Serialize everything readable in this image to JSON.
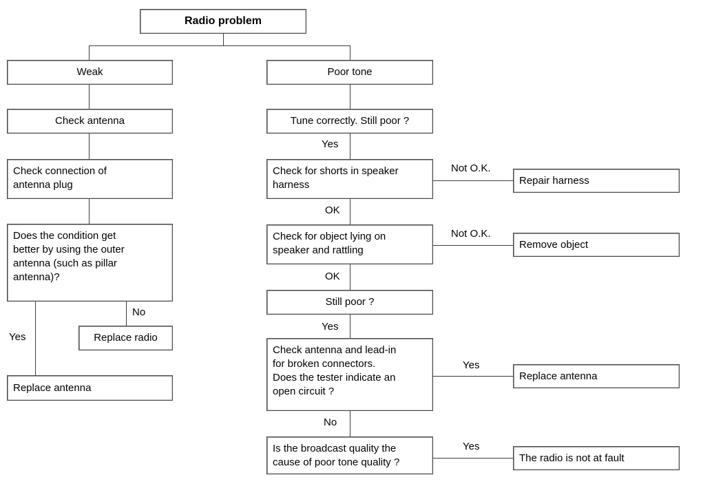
{
  "diagram": {
    "title": "Radio problem",
    "type": "troubleshooting-flowchart",
    "nodes": {
      "root": "Radio problem",
      "weak": "Weak",
      "check_antenna": "Check antenna",
      "check_connection": "Check connection of\nantenna plug",
      "condition_question": "Does the condition get\nbetter by using the outer\nantenna (such as pillar\nantenna)?",
      "replace_radio": "Replace radio",
      "replace_antenna_left": "Replace antenna",
      "poor_tone": "Poor tone",
      "tune_correctly": "Tune correctly. Still poor ?",
      "check_shorts": "Check for shorts in speaker\nharness",
      "repair_harness": "Repair harness",
      "check_object": "Check for object lying on\nspeaker and rattling",
      "remove_object": "Remove object",
      "still_poor": "Still poor ?",
      "check_leadin": "Check antenna and lead-in\nfor broken connectors.\nDoes the tester indicate an\nopen circuit ?",
      "replace_antenna_right": "Replace antenna",
      "broadcast_quality": "Is the broadcast quality the\ncause of poor tone quality ?",
      "radio_not_at_fault": "The radio is not at fault"
    },
    "edge_labels": {
      "yes_tune": "Yes",
      "not_ok_shorts": "Not O.K.",
      "ok_shorts": "OK",
      "not_ok_object": "Not O.K.",
      "ok_object": "OK",
      "yes_still_poor": "Yes",
      "yes_leadin": "Yes",
      "no_leadin": "No",
      "yes_broadcast": "Yes",
      "no_condition": "No",
      "yes_condition": "Yes"
    },
    "colors": {
      "background": "#ffffff",
      "box_border": "#4a4a4a",
      "connector": "#3d3d3d",
      "text": "#000000"
    }
  }
}
